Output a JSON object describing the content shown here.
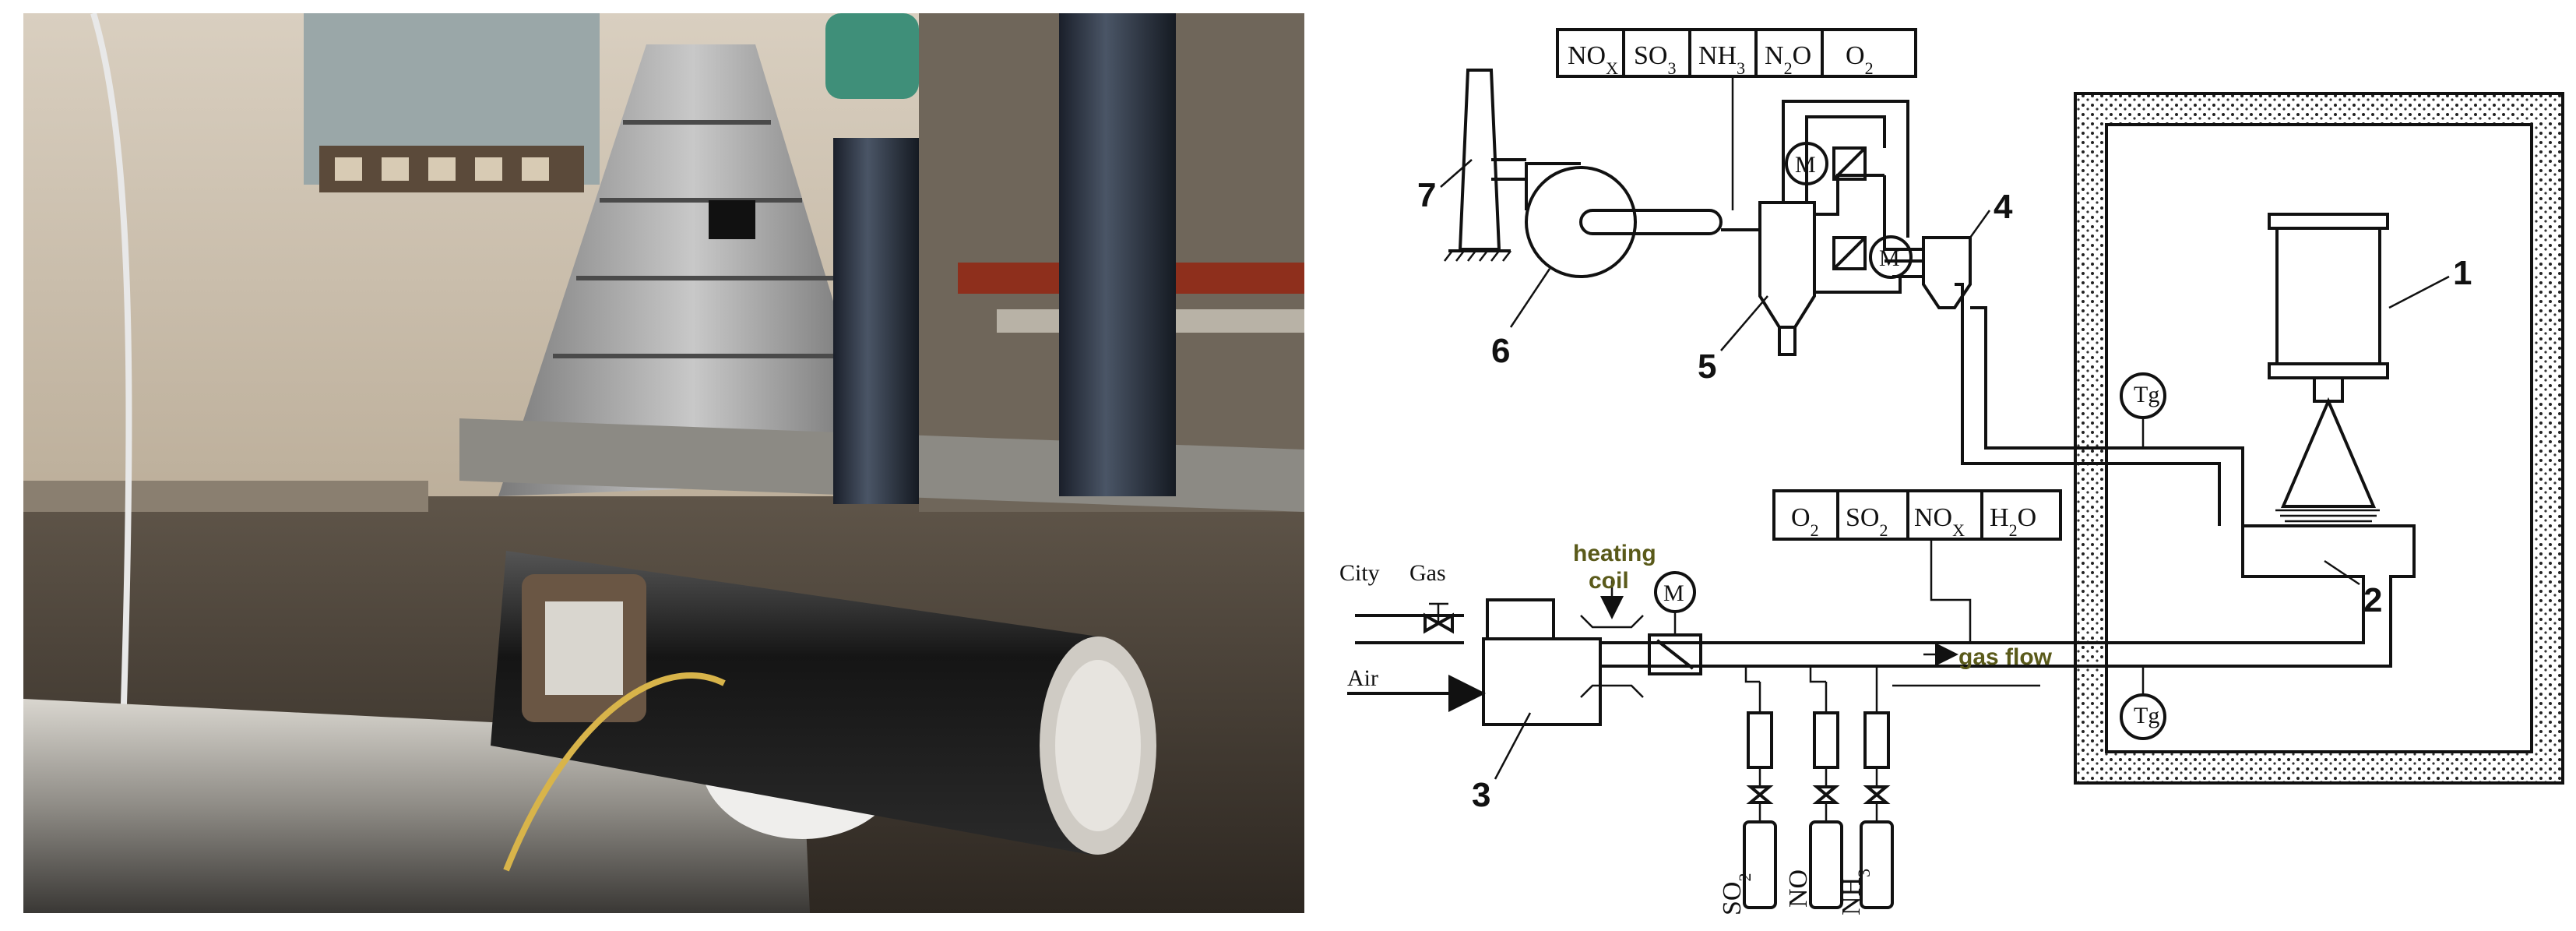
{
  "photo": {
    "alt": "Photograph of the experimental combustion test rig"
  },
  "diagram": {
    "component_labels": [
      "1",
      "2",
      "3",
      "4",
      "5",
      "6",
      "7"
    ],
    "analyzer_top": [
      "NOX",
      "SO3",
      "NH3",
      "N2O",
      "O2"
    ],
    "analyzer_bottom": [
      "O2",
      "SO2",
      "NOX",
      "H2O"
    ],
    "supply_gases": [
      "SO2",
      "NO",
      "NH3"
    ],
    "texts": {
      "city": "City",
      "gas": "Gas",
      "air": "Air",
      "heating": "heating",
      "coil": "coil",
      "gas_flow": "gas flow",
      "motor": "M",
      "temperature": "Tg"
    }
  }
}
